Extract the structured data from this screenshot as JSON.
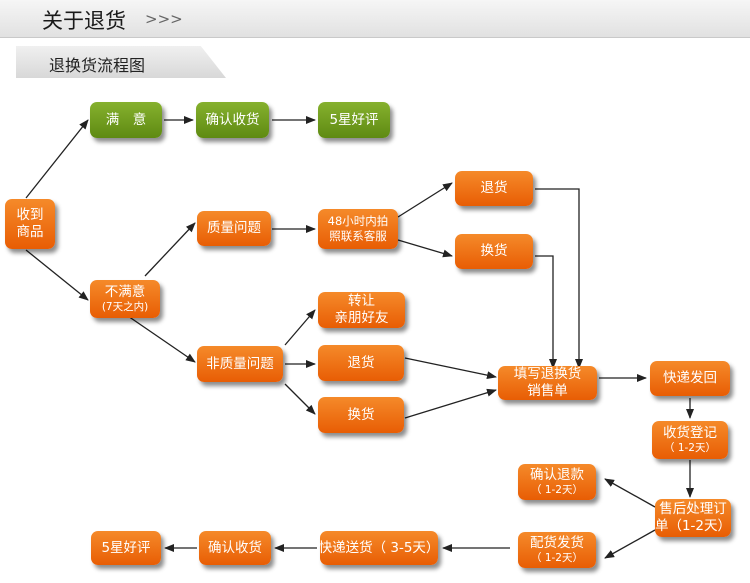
{
  "header": {
    "title": "关于退货",
    "arrows": ">>>"
  },
  "subtitle": "退换货流程图",
  "nodes": {
    "receive_goods": [
      "收到",
      "商品"
    ],
    "satisfied": [
      "满　意"
    ],
    "confirm_receipt_top": [
      "确认收货"
    ],
    "five_star_top": [
      "5星好评"
    ],
    "unsatisfied": [
      "不满意",
      "(7天之内)"
    ],
    "quality_issue": [
      "质量问题"
    ],
    "contact_service": [
      "48小时内拍",
      "照联系客服"
    ],
    "return_top": [
      "退货"
    ],
    "exchange_top": [
      "换货"
    ],
    "transfer_friends": [
      "转让",
      "亲朋好友"
    ],
    "non_quality_issue": [
      "非质量问题"
    ],
    "return_mid": [
      "退货"
    ],
    "exchange_mid": [
      "换货"
    ],
    "fill_return_form": [
      "填写退换货",
      "销售单"
    ],
    "express_return": [
      "快递发回"
    ],
    "receipt_register": [
      "收货登记",
      "（ 1-2天）"
    ],
    "after_sales_process": [
      "售后处理订",
      "单（1-2天）"
    ],
    "confirm_refund": [
      "确认退款",
      "（ 1-2天）"
    ],
    "ship_replacement": [
      "配货发货",
      "（ 1-2天）"
    ],
    "express_delivery": [
      "快递送货（ 3-5天）"
    ],
    "confirm_receipt_bottom": [
      "确认收货"
    ],
    "five_star_bottom": [
      "5星好评"
    ]
  },
  "colors": {
    "orange": "#f07512",
    "green": "#6f9b1f",
    "arrow": "#222222"
  }
}
